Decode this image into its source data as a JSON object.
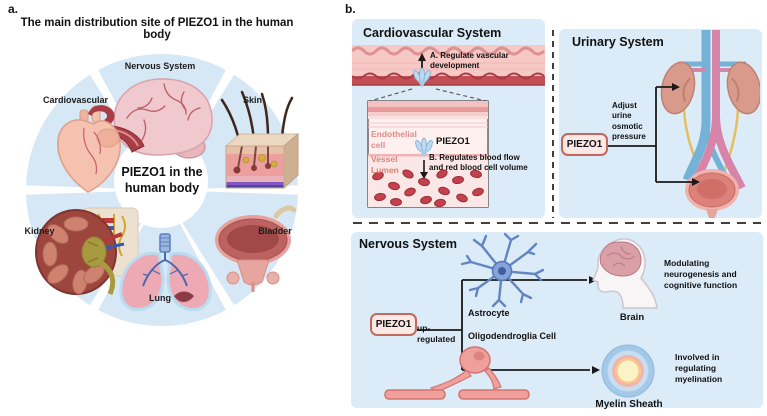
{
  "panel_a": {
    "label": "a.",
    "title": "The main distribution site of PIEZO1 in the human body",
    "center_label": "PIEZO1 in the human body",
    "segments": {
      "nervous": "Nervous System",
      "skin": "Skin",
      "bladder": "Bladder",
      "lung": "Lung",
      "kidney": "Kidney",
      "cardiovascular": "Cardiovascular"
    }
  },
  "panel_b": {
    "label": "b.",
    "cardiovascular": {
      "heading": "Cardiovascular System",
      "annotation_a": "A. Regulate vascular development",
      "endothelial_label": "Endothelial cell",
      "piezo1_label": "PIEZO1",
      "annotation_b": "B. Regulates blood flow and red blood cell volume",
      "lumen_label": "Vessel Lumen"
    },
    "urinary": {
      "heading": "Urinary System",
      "piezo1_label": "PIEZO1",
      "annotation": "Adjust urine osmotic pressure"
    },
    "nervous": {
      "heading": "Nervous System",
      "piezo1_label": "PIEZO1",
      "regulation": "up-regulated",
      "astrocyte_label": "Astrocyte",
      "oligodendroglia_label": "Oligodendroglia Cell",
      "brain_label": "Brain",
      "brain_annotation": "Modulating neurogenesis and cognitive function",
      "myelin_label": "Myelin Sheath",
      "myelin_annotation": "Involved in regulating myelination"
    }
  },
  "colors": {
    "section_bg": "#dcebf8",
    "wedge_fill": "#d6e7f5",
    "piezo_box_fill": "#fce9e5",
    "piezo_box_border": "#c2685c",
    "vessel_band": "#f6c8c6",
    "vessel_wall_dark": "#c24f56",
    "red_blood_cell": "#c4414e",
    "endothelial_text": "#e08b87",
    "lumen_text": "#d9827c",
    "arrow": "#1a1a1a"
  }
}
